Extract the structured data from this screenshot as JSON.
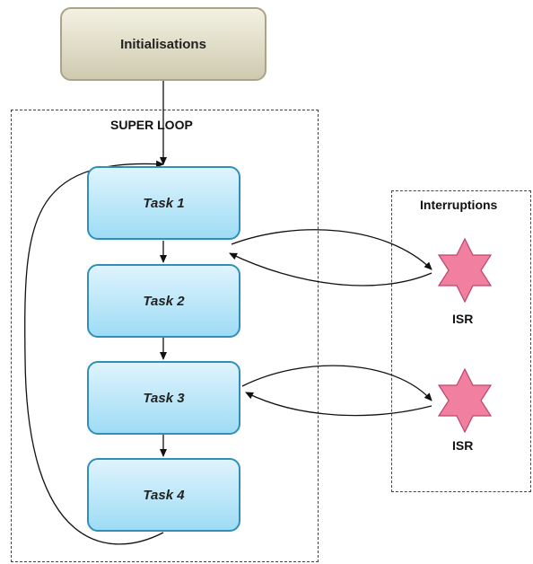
{
  "initialisations": {
    "label": "Initialisations"
  },
  "super_loop": {
    "label": "SUPER LOOP"
  },
  "tasks": [
    {
      "label": "Task 1"
    },
    {
      "label": "Task 2"
    },
    {
      "label": "Task 3"
    },
    {
      "label": "Task 4"
    }
  ],
  "interruptions": {
    "label": "Interruptions",
    "isrs": [
      {
        "label": "ISR"
      },
      {
        "label": "ISR"
      }
    ]
  },
  "colors": {
    "task_fill": "#9edcf5",
    "task_border": "#2f8fb8",
    "init_fill": "#cfcab0",
    "isr_fill": "#f07fa0"
  },
  "icons": {
    "isr": "six-pointed-star-icon"
  }
}
